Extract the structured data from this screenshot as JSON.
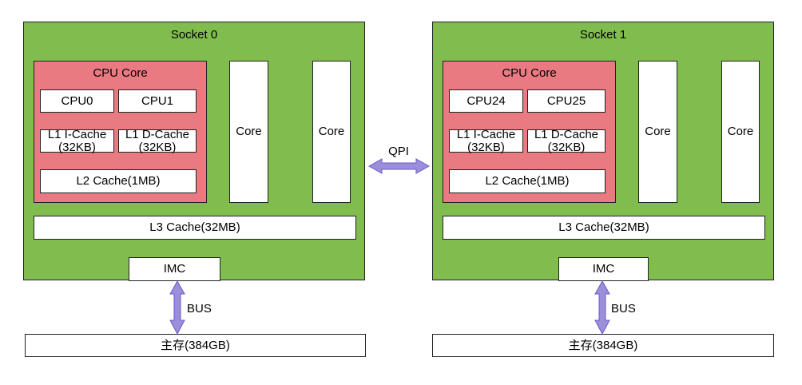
{
  "sockets": [
    {
      "title": "Socket 0",
      "core": {
        "title": "CPU Core",
        "cpu_a": "CPU0",
        "cpu_b": "CPU1",
        "l1_icache": "L1 I-Cache\n(32KB)",
        "l1_dcache": "L1 D-Cache\n(32KB)",
        "l2": "L2 Cache(1MB)"
      },
      "other_cores": [
        "Core",
        "Core"
      ],
      "l3": "L3 Cache(32MB)",
      "imc": "IMC",
      "bus": "BUS",
      "memory": "主存(384GB)"
    },
    {
      "title": "Socket 1",
      "core": {
        "title": "CPU Core",
        "cpu_a": "CPU24",
        "cpu_b": "CPU25",
        "l1_icache": "L1 I-Cache\n(32KB)",
        "l1_dcache": "L1 D-Cache\n(32KB)",
        "l2": "L2 Cache(1MB)"
      },
      "other_cores": [
        "Core",
        "Core"
      ],
      "l3": "L3 Cache(32MB)",
      "imc": "IMC",
      "bus": "BUS",
      "memory": "主存(384GB)"
    }
  ],
  "interconnect": "QPI",
  "colors": {
    "socket": "#80bc4e",
    "cpu_core": "#ea7a82",
    "arrow_fill": "#9b8fd9",
    "arrow_stroke": "#6a5acd"
  }
}
